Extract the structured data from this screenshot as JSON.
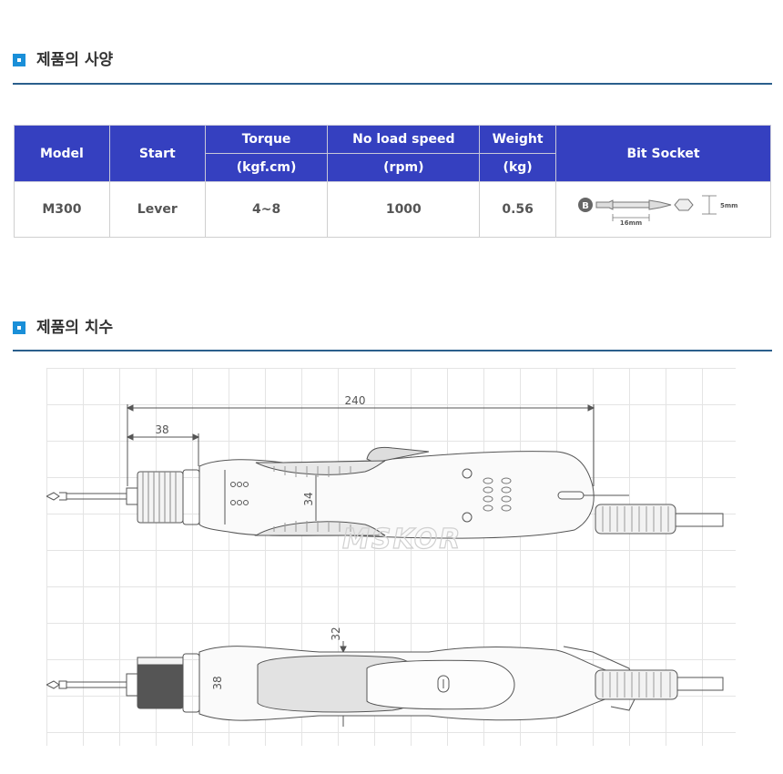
{
  "sections": {
    "spec_title": "제품의 사양",
    "dimension_title": "제품의 치수"
  },
  "spec_table": {
    "headers": {
      "model": "Model",
      "start": "Start",
      "torque": "Torque",
      "torque_unit": "(kgf.cm)",
      "speed": "No load speed",
      "speed_unit": "(rpm)",
      "weight": "Weight",
      "weight_unit": "(kg)",
      "bit_socket": "Bit Socket"
    },
    "row": {
      "model": "M300",
      "start": "Lever",
      "torque": "4~8",
      "speed": "1000",
      "weight": "0.56"
    },
    "bit_socket": {
      "badge": "B",
      "length": "16mm",
      "hex": "5mm"
    }
  },
  "drawing": {
    "overall_length": "240",
    "front_length": "38",
    "grip_height": "34",
    "top_height": "38",
    "top_width": "32"
  },
  "watermark": "MSKOR",
  "colors": {
    "header_bg": "#3540c0",
    "section_icon": "#1a8fd8",
    "rule": "#2a5f8c"
  }
}
